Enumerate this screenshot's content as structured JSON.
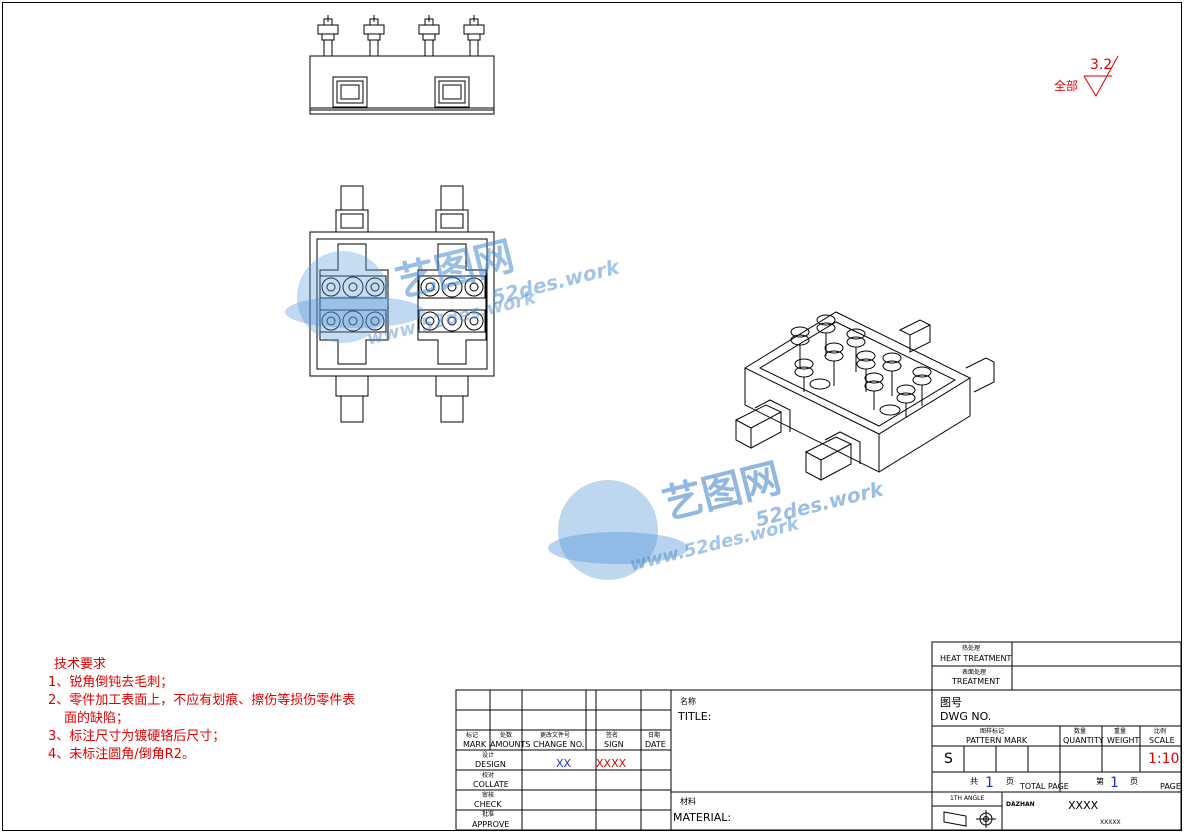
{
  "surface_finish": {
    "label": "全部",
    "value": "3.2"
  },
  "watermark": {
    "brand": "艺图网",
    "domain": "52des.work",
    "url": "www.52des.work"
  },
  "tech_requirements": {
    "title": "技术要求",
    "items": [
      "1、锐角倒钝去毛刺；",
      "2、零件加工表面上，不应有划痕、擦伤等损伤零件表",
      "面的缺陷；",
      "3、标注尺寸为镀硬铬后尺寸；",
      "4、未标注圆角/倒角R2。"
    ]
  },
  "title_block": {
    "heat_treatment_cn": "热处理",
    "heat_treatment": "HEAT TREATMENT",
    "treatment_cn": "表面处理",
    "treatment": "TREATMENT",
    "mark_cn": "标记",
    "mark": "MARK",
    "amounts_cn": "处数",
    "amounts": "AMOUNTS",
    "change_no_cn": "更改文件号",
    "change_no": "CHANGE NO.",
    "sign_cn": "签名",
    "sign": "SIGN",
    "date_cn": "日期",
    "date": "DATE",
    "design_cn": "设计",
    "design": "DESIGN",
    "design_value_1": "XX",
    "design_value_2": "XXXX",
    "collate_cn": "校对",
    "collate": "COLLATE",
    "check_cn": "审核",
    "check": "CHECK",
    "approve_cn": "批准",
    "approve": "APPROVE",
    "title_cn": "名称",
    "title": "TITLE:",
    "material_cn": "材料",
    "material": "MATERIAL:",
    "dwg_no_cn": "图号",
    "dwg_no": "DWG NO.",
    "pattern_mark_cn": "图样标记",
    "pattern_mark": "PATTERN MARK",
    "quantity_cn": "数量",
    "quantity": "QUANTITY",
    "weight_cn": "重量",
    "weight": "WEIGHT",
    "scale_cn": "比例",
    "scale": "SCALE",
    "pattern_value": "S",
    "scale_value": "1:10",
    "total_prefix": "共",
    "total_count": "1",
    "total_suffix": "页",
    "total_page": "TOTAL PAGE",
    "page_prefix": "第",
    "page_count": "1",
    "page_suffix": "页",
    "page": "PAGE",
    "first_angle": "1TH ANGLE",
    "company_1": "XXXX",
    "company_2": "XXXXX",
    "company_logo": "DAZHAN"
  }
}
